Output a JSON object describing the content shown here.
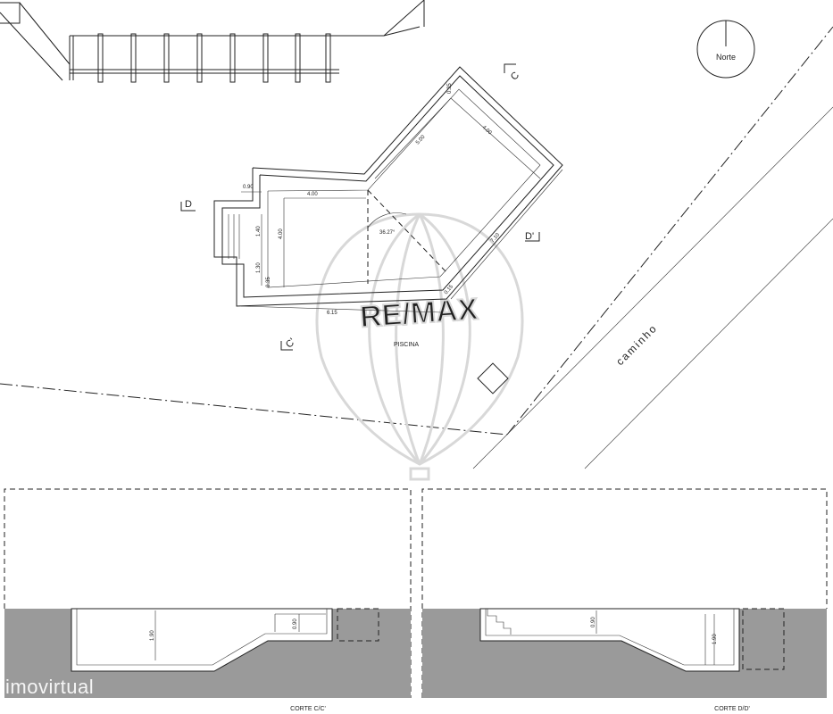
{
  "plan": {
    "north_label": "Norte",
    "pool_label": "PISCINA",
    "path_label": "caminho",
    "section_marks": {
      "c_top": "C",
      "c_bottom": "C'",
      "d_left": "D",
      "d_right": "D'"
    },
    "dimensions": {
      "d_090": "0.90",
      "d_400_top": "4.00",
      "d_400_vert": "4.00",
      "d_140": "1.40",
      "d_130": "1.30",
      "d_035": "0.35",
      "d_615": "6.15",
      "d_500": "5.00",
      "d_400_diag": "4.00",
      "d_035_top": "0.35",
      "d_710": "7.10",
      "d_015": "0.15",
      "angle": "36.27°"
    },
    "watermark_text": "RE/MAX"
  },
  "sections": {
    "left": {
      "title": "CORTE C/C'",
      "depth_deep": "1.90",
      "depth_shallow": "0.90"
    },
    "right": {
      "title": "CORTE D/D'",
      "depth_shallow": "0.90",
      "depth_deep": "1.90"
    }
  },
  "brand_watermark": "imovirtual",
  "colors": {
    "ground": "#9a9a9a",
    "line": "#222222",
    "watermark": "#d8d8d8"
  }
}
